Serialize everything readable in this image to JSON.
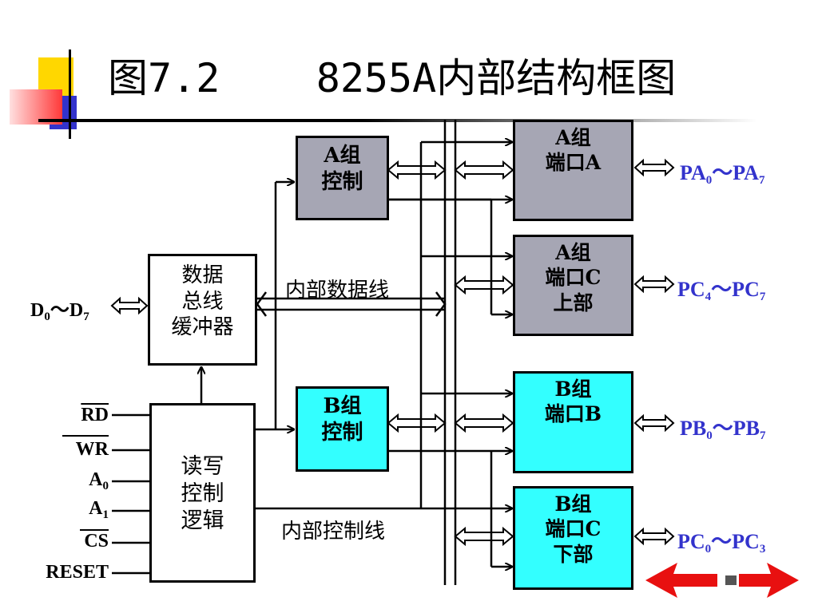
{
  "title": "图7.2    8255A内部结构框图",
  "colors": {
    "port_text": "#3333cc",
    "gray_box": "#a6a6b4",
    "cyan_box": "#33ffff",
    "nav_arrow": "#e81010"
  },
  "boxes": {
    "data_bus_buffer": [
      "数据",
      "总线",
      "缓冲器"
    ],
    "rw_logic": [
      "读写",
      "控制",
      "逻辑"
    ],
    "group_a_control": [
      "A组",
      "控制"
    ],
    "group_b_control": [
      "B组",
      "控制"
    ],
    "port_a": [
      "A组",
      "端口A"
    ],
    "port_c_upper": [
      "A组",
      "端口C",
      "上部"
    ],
    "port_b": [
      "B组",
      "端口B"
    ],
    "port_c_lower": [
      "B组",
      "端口C",
      "下部"
    ]
  },
  "labels": {
    "internal_data_bus": "内部数据线",
    "internal_control_bus": "内部控制线"
  },
  "data_pins": {
    "pre": "D",
    "sub1": "0",
    "mid": "～D",
    "sub2": "7"
  },
  "control_pins": {
    "rd": "RD",
    "wr": "WR",
    "a0_main": "A",
    "a0_sub": "0",
    "a1_main": "A",
    "a1_sub": "1",
    "cs": "CS",
    "reset": "RESET"
  },
  "ports": {
    "pa": {
      "p1": "PA",
      "s1": "0",
      "mid": "～PA",
      "s2": "7"
    },
    "pc_upper": {
      "p1": "PC",
      "s1": "4",
      "mid": "～PC",
      "s2": "7"
    },
    "pb": {
      "p1": "PB",
      "s1": "0",
      "mid": "～PB",
      "s2": "7"
    },
    "pc_lower": {
      "p1": "PC",
      "s1": "0",
      "mid": "～PC",
      "s2": "3"
    }
  }
}
